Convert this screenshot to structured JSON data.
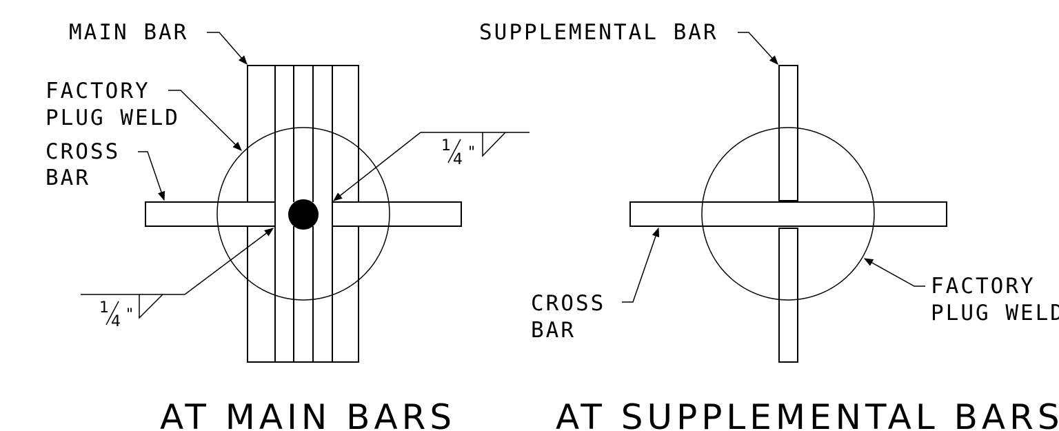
{
  "left_detail": {
    "title": "AT MAIN BARS",
    "main_bar_label": "MAIN BAR",
    "plug_weld_label_line1": "FACTORY",
    "plug_weld_label_line2": "PLUG WELD",
    "cross_bar_label_line1": "CROSS",
    "cross_bar_label_line2": "BAR",
    "weld_size_top": "1/4\"",
    "weld_size_bottom": "1/4\""
  },
  "right_detail": {
    "title": "AT SUPPLEMENTAL BARS",
    "supplemental_bar_label": "SUPPLEMENTAL BAR",
    "cross_bar_label_line1": "CROSS",
    "cross_bar_label_line2": "BAR",
    "plug_weld_label_line1": "FACTORY",
    "plug_weld_label_line2": "PLUG WELD"
  },
  "weld_fraction": {
    "numerator": "1",
    "denominator": "4",
    "inch_mark": "\""
  }
}
